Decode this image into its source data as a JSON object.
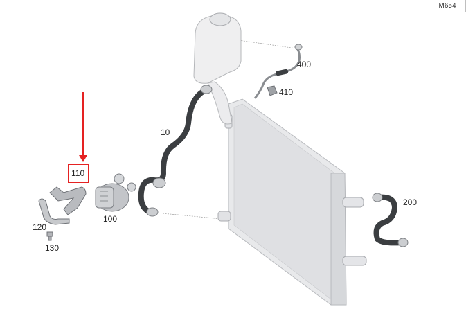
{
  "model_code": "M654",
  "part_labels": {
    "p10": "10",
    "p100": "100",
    "p110": "110",
    "p120": "120",
    "p130": "130",
    "p200": "200",
    "p400": "400",
    "p410": "410"
  },
  "highlighted_part": "110",
  "colors": {
    "highlight": "#e52222",
    "hose": "#3a3d40",
    "radiator": "#e6e7e9",
    "tank": "#eeeeef"
  }
}
